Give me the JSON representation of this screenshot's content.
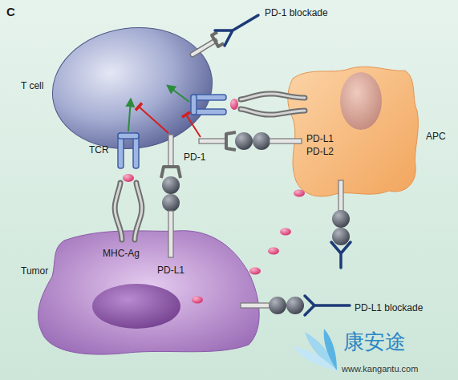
{
  "diagram": {
    "nodes": [
      {
        "text": [
          "T cell"
        ]
      },
      {
        "text": [
          "APC"
        ]
      },
      {
        "text": [
          "Tumor"
        ]
      }
    ],
    "labels": [
      "C",
      "PD-1 blockade",
      "TCR",
      "PD-1",
      "PD-L1",
      "PD-L2",
      "MHC-Ag",
      "PD-L1",
      "PD-L1 blockade",
      "康安途",
      "www.kangantu.com"
    ]
  }
}
